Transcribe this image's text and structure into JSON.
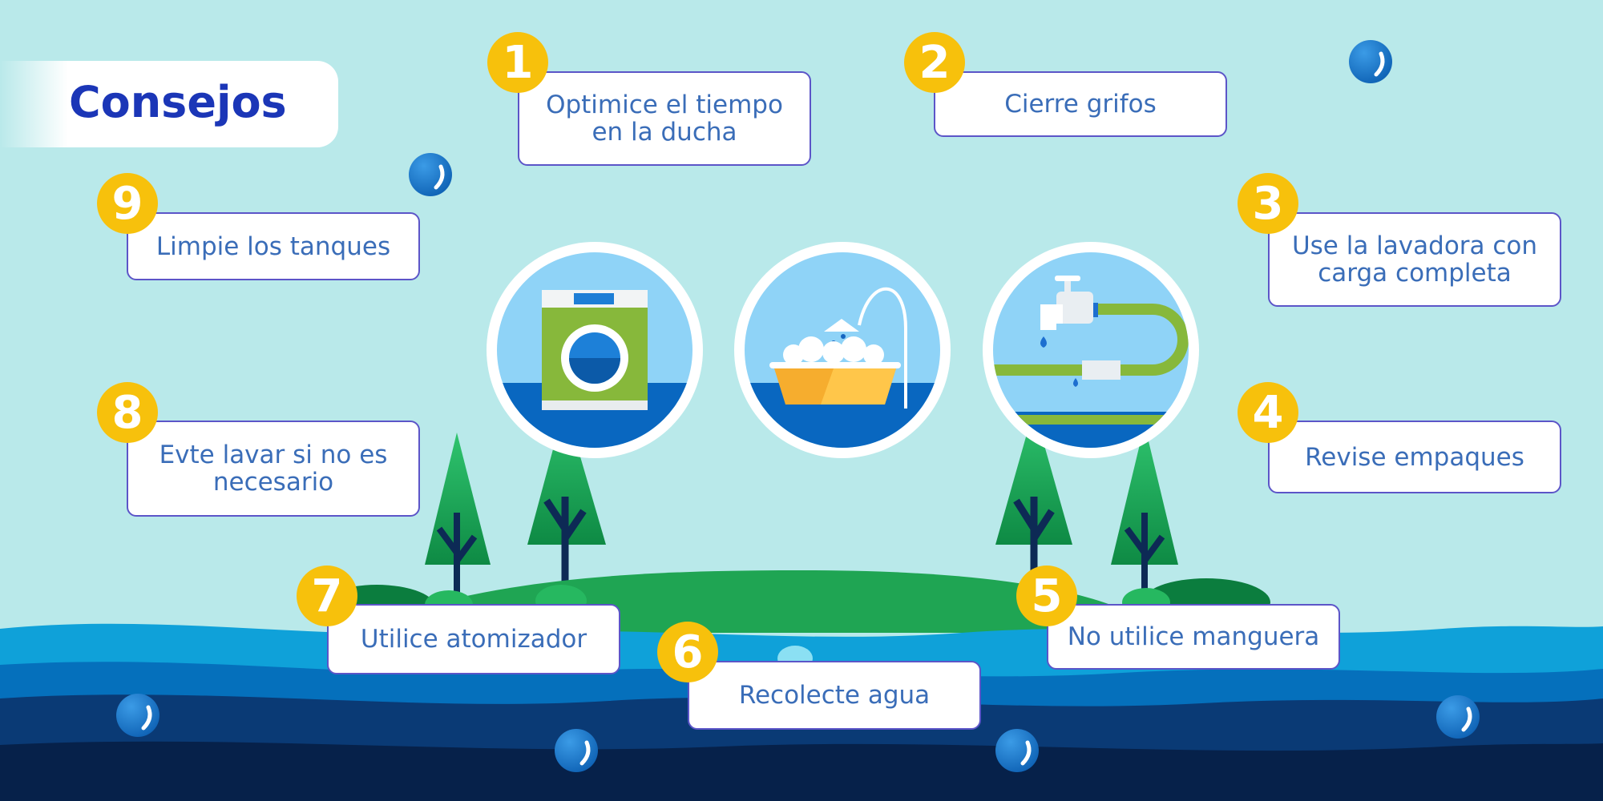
{
  "title": "Consejos",
  "colors": {
    "sky": "#b9e9ea",
    "title_text": "#1b36b7",
    "tip_text": "#3a6db8",
    "tip_border": "#5c55c8",
    "badge": "#f7c10c",
    "grass": "#20a855",
    "water_light": "#0fa1d9",
    "water_dark": "#06214a"
  },
  "tips": [
    {
      "number": "1",
      "label": "Optimice el tiempo en la ducha"
    },
    {
      "number": "2",
      "label": "Cierre grifos"
    },
    {
      "number": "3",
      "label": "Use la lavadora con carga completa"
    },
    {
      "number": "4",
      "label": "Revise empaques"
    },
    {
      "number": "5",
      "label": "No utilice manguera"
    },
    {
      "number": "6",
      "label": "Recolecte agua"
    },
    {
      "number": "7",
      "label": "Utilice atomizador"
    },
    {
      "number": "8",
      "label": "Evte lavar si no es necesario"
    },
    {
      "number": "9",
      "label": "Limpie los tanques"
    }
  ],
  "illustrations": [
    "washing-machine-icon",
    "bathtub-shower-icon",
    "faucet-pipe-icon"
  ],
  "decorations": [
    "water-drop-icon",
    "tree-icon",
    "wave-icon"
  ]
}
